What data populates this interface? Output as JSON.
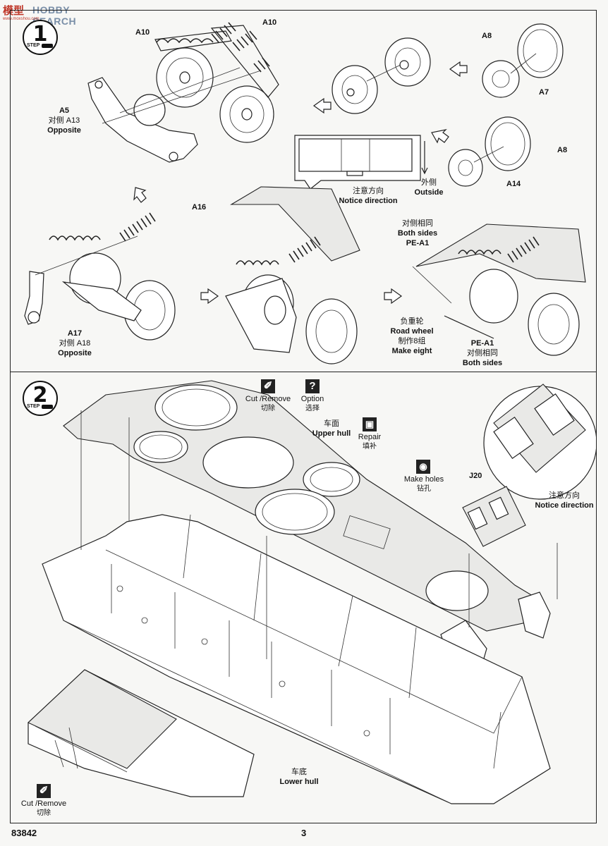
{
  "watermark": {
    "logo": "模型",
    "site": "HOBBY SEARCH",
    "url": "www.moxshou.com"
  },
  "step1": {
    "number": "1",
    "word": "STEP",
    "labels": {
      "a10_left": "A10",
      "a10_right": "A10",
      "a5_code": "A5",
      "a5_cn": "对侧 A13",
      "a5_en": "Opposite",
      "a8_top": "A8",
      "a7": "A7",
      "a8_mid": "A8",
      "a14": "A14",
      "outside_cn": "外侧",
      "outside_en": "Outside",
      "notice_cn": "注意方向",
      "notice_en": "Notice direction",
      "a16": "A16",
      "both_cn": "对侧相同",
      "both_en": "Both sides",
      "pe_top": "PE-A1",
      "a17_code": "A17",
      "a17_cn": "对侧 A18",
      "a17_en": "Opposite",
      "road_cn1": "负重轮",
      "road_en1": "Road wheel",
      "road_cn2": "制作8组",
      "road_en2": "Make eight",
      "pe_bottom": "PE-A1",
      "pe_bottom_cn": "对侧相同",
      "pe_bottom_en": "Both sides"
    }
  },
  "step2": {
    "number": "2",
    "word": "STEP",
    "symbols": {
      "cut_top_en": "Cut /Remove",
      "cut_top_cn": "切除",
      "option_en": "Option",
      "option_cn": "选择",
      "repair_en": "Repair",
      "repair_cn": "填补",
      "holes_en": "Make holes",
      "holes_cn": "钻孔",
      "cut_bottom_en": "Cut /Remove",
      "cut_bottom_cn": "切除"
    },
    "labels": {
      "upper_cn": "车面",
      "upper_en": "Upper hull",
      "j20": "J20",
      "notice_cn": "注意方向",
      "notice_en": "Notice direction",
      "lower_cn": "车底",
      "lower_en": "Lower hull"
    }
  },
  "footer": {
    "code": "83842",
    "page": "3"
  }
}
